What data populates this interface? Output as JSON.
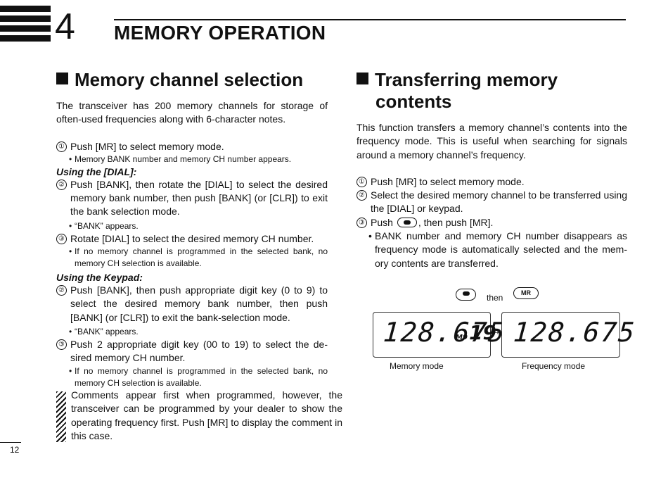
{
  "header": {
    "chapter_number": "4",
    "title": "MEMORY OPERATION"
  },
  "left": {
    "heading": "Memory channel selection",
    "intro": "The transceiver has 200 memory channels for storage of often-used frequencies along with 6-character notes.",
    "step1": "Push [MR] to select memory mode.",
    "step1_note": "Memory BANK number and memory CH number appears.",
    "dial_heading": "Using the [DIAL]:",
    "dial_step2": "Push [BANK], then rotate the [DIAL] to select the desired memory bank number, then push [BANK] (or [CLR]) to exit the bank selection mode.",
    "dial_step2_note": "“BANK” appears.",
    "dial_step3": "Rotate [DIAL] to select the desired memory CH number.",
    "dial_step3_note": "If no memory channel is programmed in the selected bank, no memory CH selection is available.",
    "keypad_heading": "Using the Keypad:",
    "keypad_step2": "Push [BANK], then push appropriate digit key (0 to 9) to select the desired memory bank number, then push [BANK] (or [CLR]) to exit the bank-selection mode.",
    "keypad_step2_note": "“BANK” appears.",
    "keypad_step3": "Push 2 appropriate digit key (00 to 19) to select the de-sired memory CH number.",
    "keypad_step3_note": "If no memory channel is programmed in the selected bank, no memory CH selection is available.",
    "note": "Comments appear first when programmed, however, the transceiver can be programmed by your dealer to show the operating frequency first. Push [MR] to display the comment in this case."
  },
  "right": {
    "heading_line1": "Transferring memory",
    "heading_line2": "contents",
    "intro": "This function transfers a memory channel’s contents into the frequency mode. This is useful when searching for signals around a memory channel’s frequency.",
    "step1": "Push [MR] to select memory mode.",
    "step2": "Select the desired memory channel to be transferred using the [DIAL] or keypad.",
    "step3_pre": "Push",
    "step3_post": ", then push [MR].",
    "step3_note": "BANK number and memory CH number disappears as frequency mode is automatically selected and the mem-ory contents are transferred."
  },
  "figure": {
    "then_label": "then",
    "key_mr": "MR",
    "memory_freq": "128.675",
    "memory_bank": "M9",
    "memory_ch": "19",
    "arrow": "→",
    "freq_display": "128.675",
    "caption_memory": "Memory mode",
    "caption_frequency": "Frequency mode"
  },
  "step_marks": [
    "①",
    "②",
    "③"
  ],
  "footer": {
    "page_number": "12"
  },
  "icons": [
    "f-key-icon",
    "mr-key-icon",
    "note-icon"
  ]
}
